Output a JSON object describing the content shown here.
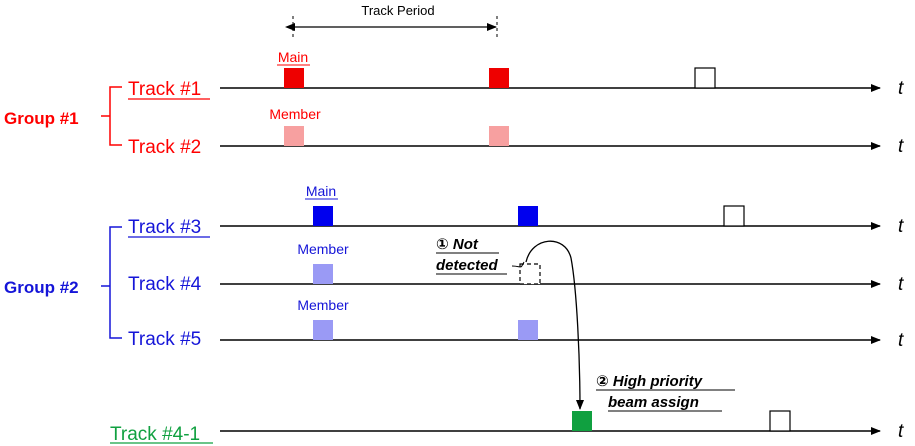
{
  "track_period_label": "Track Period",
  "groups": [
    {
      "label": "Group #1",
      "color": "#ff0000"
    },
    {
      "label": "Group #2",
      "color": "#1515d8"
    }
  ],
  "tracks": [
    {
      "label": "Track #1",
      "color": "#ff0000"
    },
    {
      "label": "Track #2",
      "color": "#ff0000"
    },
    {
      "label": "Track #3",
      "color": "#1515d8"
    },
    {
      "label": "Track #4",
      "color": "#1515d8"
    },
    {
      "label": "Track #5",
      "color": "#1515d8"
    },
    {
      "label": "Track #4-1",
      "color": "#10a040"
    }
  ],
  "axis_label": "t",
  "beam_labels": {
    "main": "Main",
    "member": "Member"
  },
  "annotations": {
    "not_detected_line1": "① Not",
    "not_detected_line2": "detected",
    "high_priority_line1": "② High priority",
    "high_priority_line2": "beam assign"
  },
  "colors": {
    "main_red": "#ee0000",
    "member_red": "#f7a0a0",
    "main_blue": "#0000ee",
    "member_blue": "#9a9af5",
    "assigned_green": "#10a040",
    "line": "#000000"
  }
}
